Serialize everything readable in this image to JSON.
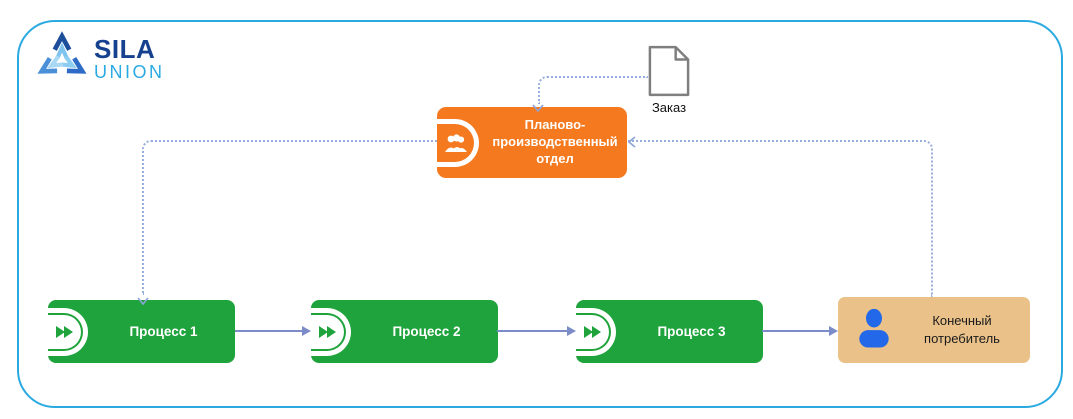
{
  "logo": {
    "title": "SILA",
    "subtitle": "UNION"
  },
  "colors": {
    "frame_border": "#2BAAE2",
    "department_fill": "#F5791E",
    "process_fill": "#1FA33C",
    "consumer_fill": "#EAC289",
    "consumer_person_blue": "#2268E8",
    "solid_arrow": "#7B8CC8",
    "dotted_connector": "#98AEDD",
    "logo_dark_blue": "#16418F",
    "logo_light_blue": "#2BAAE2"
  },
  "nodes": {
    "order_document": {
      "label": "Заказ"
    },
    "department": {
      "label": "Планово-производственный отдел"
    },
    "processes": [
      {
        "label": "Процесс 1"
      },
      {
        "label": "Процесс 2"
      },
      {
        "label": "Процесс 3"
      }
    ],
    "consumer": {
      "label": "Конечный потребитель"
    }
  }
}
